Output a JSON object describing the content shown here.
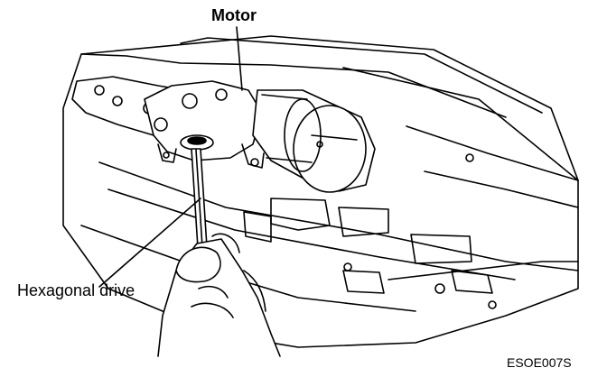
{
  "labels": {
    "motor": "Motor",
    "hexagonal_drive": "Hexagonal drive",
    "figure_code": "ESOE007S"
  },
  "colors": {
    "line": "#000000",
    "fill": "#ffffff"
  }
}
